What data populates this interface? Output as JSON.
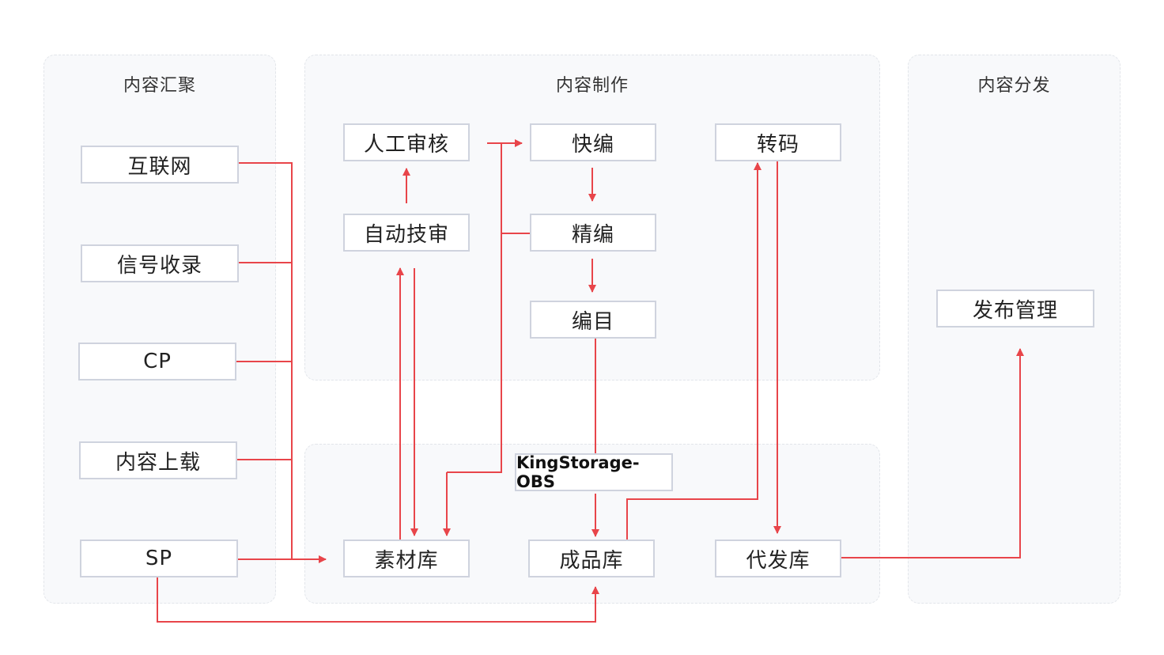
{
  "panels": {
    "aggregation": "内容汇聚",
    "production": "内容制作",
    "distribution": "内容分发"
  },
  "sources": {
    "internet": "互联网",
    "signal": "信号收录",
    "cp": "CP",
    "upload": "内容上载",
    "sp": "SP"
  },
  "production": {
    "manual_review": "人工审核",
    "auto_review": "自动技审",
    "quick_edit": "快编",
    "fine_edit": "精编",
    "catalog": "编目",
    "transcode": "转码"
  },
  "storage": {
    "obs": "KingStorage-OBS",
    "material_lib": "素材库",
    "product_lib": "成品库",
    "dispatch_lib": "代发库"
  },
  "distribution": {
    "publish_mgmt": "发布管理"
  },
  "colors": {
    "arrow": "#e8454a",
    "panel_bg": "#f8f9fb",
    "node_border": "#cfd3de"
  }
}
